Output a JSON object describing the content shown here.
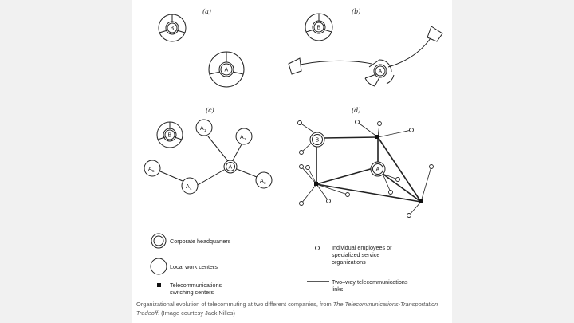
{
  "panels": {
    "a": "(a)",
    "b": "(b)",
    "c": "(c)",
    "d": "(d)"
  },
  "nodes": {
    "A": "A",
    "B": "B",
    "A1": "A",
    "A1_sub": "1",
    "A2": "A",
    "A2_sub": "2",
    "A3": "A",
    "A3_sub": "3",
    "A4": "A",
    "A4_sub": "4",
    "A5": "A",
    "A5_sub": "5"
  },
  "legend": {
    "hq": "Corporate headquarters",
    "local": "Local work centers",
    "switch_line1": "Telecommunications",
    "switch_line2": "switching centers",
    "individual_line1": "Individual employees or",
    "individual_line2": "specialized service",
    "individual_line3": "organizations",
    "links_line1": "Two–way telecommunications",
    "links_line2": "links"
  },
  "caption": {
    "prefix": "Organizational evolution of telecommuting at two different companies, from ",
    "title": "The Telecommunications-Transportation Tradeoff",
    "suffix": ". (Image courtesy Jack Nilles)"
  },
  "colors": {
    "background": "#f1f1f1",
    "sheet": "#ffffff",
    "ink": "#222222",
    "caption": "#555555"
  }
}
